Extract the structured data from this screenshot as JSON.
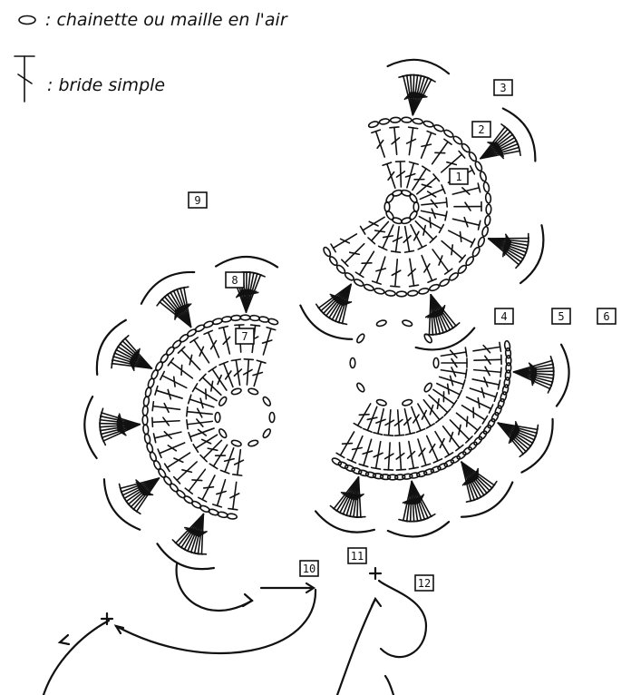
{
  "legend": [
    {
      "symbol": "chain-oval-icon",
      "text": ": chainette ou maille en l'air"
    },
    {
      "symbol": "treble-stitch-icon",
      "text": ": bride simple"
    }
  ],
  "round_labels": [
    "1",
    "2",
    "3",
    "4",
    "5",
    "6",
    "7",
    "8",
    "9",
    "10",
    "11",
    "12"
  ],
  "colors": {
    "ink": "#111111",
    "background": "#ffffff"
  }
}
